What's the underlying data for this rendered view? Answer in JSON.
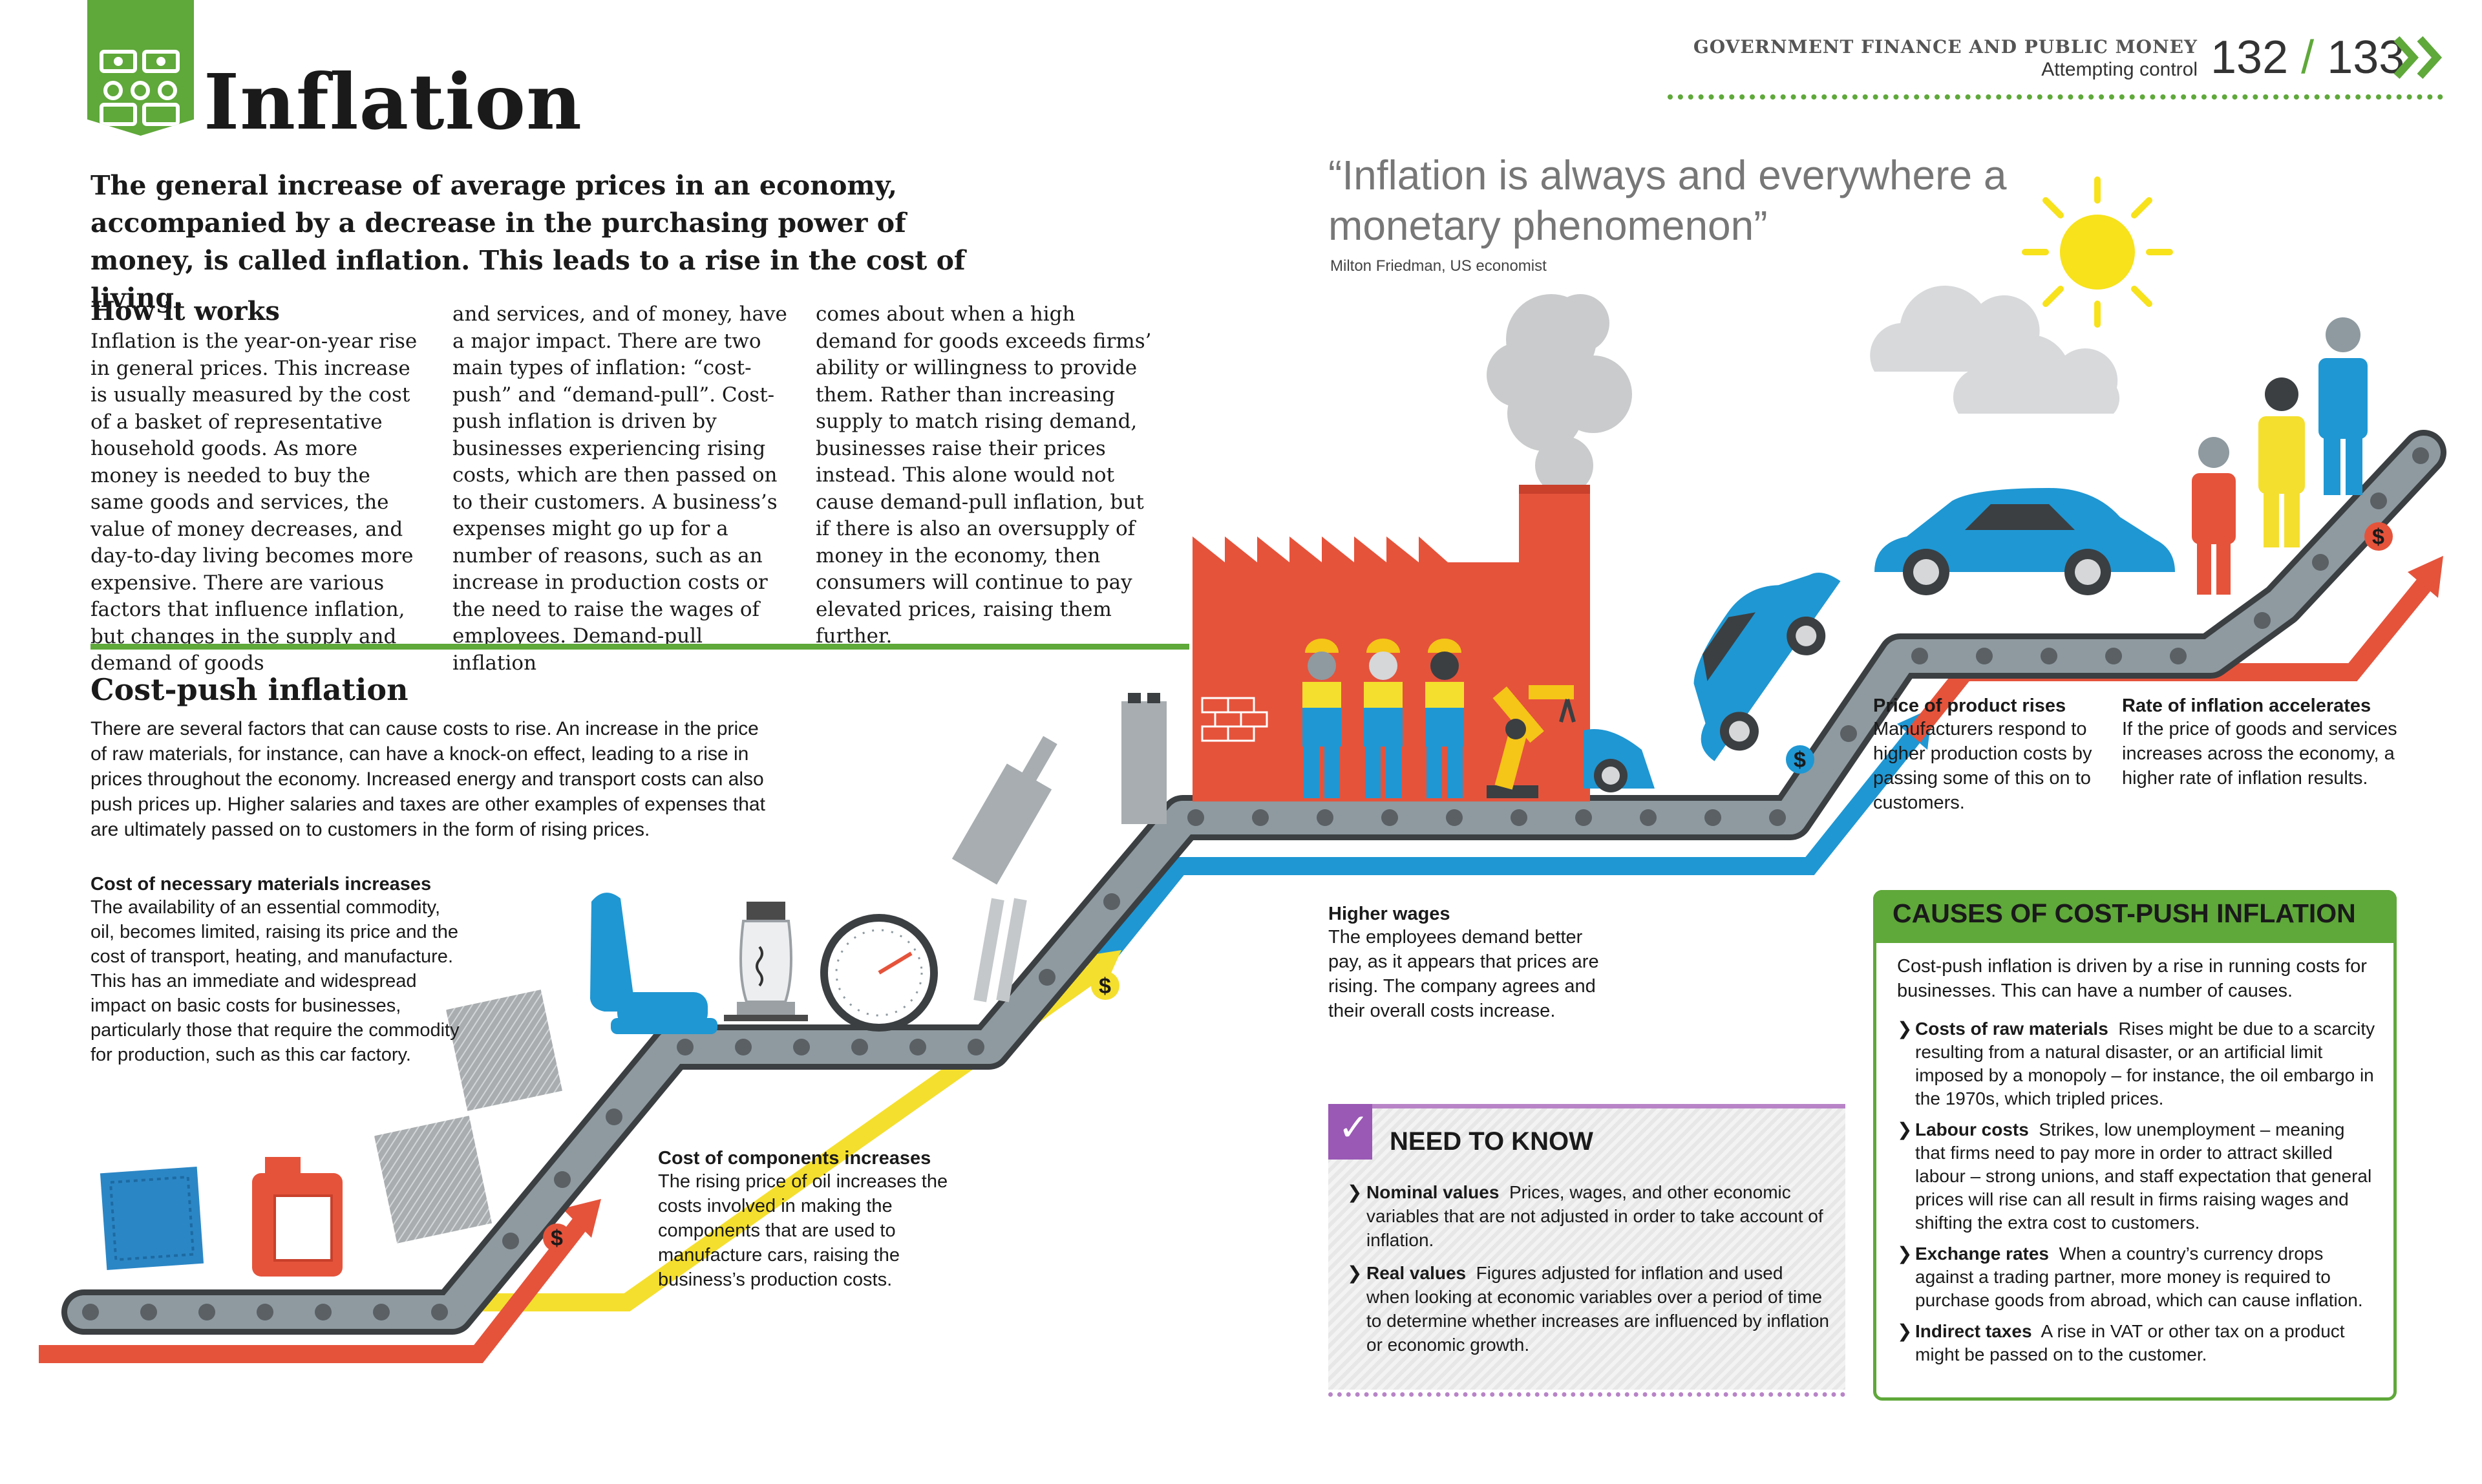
{
  "header": {
    "title": "Inflation",
    "section": "GOVERNMENT FINANCE AND PUBLIC MONEY",
    "subsection": "Attempting control",
    "page_left": "132",
    "slash": "/",
    "page_right": "133",
    "accent": "#5fa83a"
  },
  "intro": "The general increase of average prices in an economy, accompanied by a decrease in the purchasing power of money, is called inflation. This leads to a rise in the cost of living.",
  "quote": {
    "text": "“Inflation is always and everywhere a monetary phenomenon”",
    "attribution": "Milton Friedman, US economist"
  },
  "how_it_works": {
    "heading": "How it works",
    "col1": "Inflation is the year-on-year rise in general prices. This increase is usually measured by the cost of a basket of representative household goods. As more money is needed to buy the same goods and services, the value of money decreases, and day-to-day living becomes more expensive. There are various factors that influence inflation, but changes in the supply and demand of goods",
    "col2": "and services, and of money, have a major impact. There are two main types of inflation: “cost-push” and “demand-pull”. Cost-push inflation is driven by businesses experiencing rising costs, which are then passed on to their customers. A business’s expenses might go up for a number of reasons, such as an increase in production costs or the need to raise the wages of employees. Demand-pull inflation",
    "col3": "comes about when a high demand for goods exceeds firms’ ability or willingness to provide them. Rather than increasing supply to match rising demand, businesses raise their prices instead. This alone would not cause demand-pull inflation, but if there is also an oversupply of money in the economy, then consumers will continue to pay elevated prices, raising them further."
  },
  "cost_push": {
    "heading": "Cost-push inflation",
    "body": "There are several factors that can cause costs to rise. An increase in the price of raw materials, for instance, can have a knock-on effect, leading to a rise in prices throughout the economy. Increased energy and transport costs can also push prices up. Higher salaries and taxes are other examples of expenses that are ultimately passed on to customers in the form of rising prices."
  },
  "labels": {
    "materials": {
      "heading": "Cost of necessary materials increases",
      "body": "The availability of an essential commodity, oil, becomes limited, raising its price and the cost of transport, heating, and manufacture. This has an immediate and widespread impact on basic costs for businesses, particularly those that require the commodity for production, such as this car factory."
    },
    "components": {
      "heading": "Cost of components increases",
      "body": "The rising price of oil increases the costs involved in making the components that are used to manufacture cars, raising the business’s production costs."
    },
    "wages": {
      "heading": "Higher wages",
      "body": "The employees demand better pay, as it appears that prices are rising. The company agrees and their overall costs increase."
    },
    "product": {
      "heading": "Price of product rises",
      "body": "Manufacturers respond to higher production costs by passing some of this on to customers."
    },
    "rate": {
      "heading": "Rate of inflation accelerates",
      "body": "If the price of goods and services increases across the economy, a higher rate of inflation results."
    }
  },
  "need_to_know": {
    "check": "✓",
    "heading": "NEED TO KNOW",
    "accent": "#9a59b5",
    "items": [
      {
        "term": "Nominal values",
        "text": "Prices, wages, and other economic variables that are not adjusted in order to take account of inflation."
      },
      {
        "term": "Real values",
        "text": "Figures adjusted for inflation and used when looking at economic variables over a period of time to determine whether increases are influenced by inflation or economic growth."
      }
    ]
  },
  "causes": {
    "heading": "CAUSES OF COST-PUSH INFLATION",
    "intro": "Cost-push inflation is driven by a rise in running costs for businesses. This can have a number of causes.",
    "items": [
      {
        "term": "Costs of raw materials",
        "text": "Rises might be due to a scarcity resulting from a natural disaster, or an artificial limit imposed by a monopoly – for instance, the oil embargo in the 1970s, which tripled prices."
      },
      {
        "term": "Labour costs",
        "text": "Strikes, low unemployment – meaning that firms need to pay more in order to attract skilled labour – strong unions, and staff expectation that general prices will rise can all result in firms raising wages and shifting the extra cost to customers."
      },
      {
        "term": "Exchange rates",
        "text": "When a country’s currency drops against a trading partner, more money is required to purchase goods from abroad, which can cause inflation."
      },
      {
        "term": "Indirect taxes",
        "text": "A rise in VAT or other tax on a product might be passed on to the customer."
      }
    ]
  },
  "icons": {
    "arrow_symbol": "❯",
    "dollar": "$",
    "colors": {
      "red": "#e5533b",
      "yellow": "#f5df2e",
      "blue": "#1f97d3",
      "belt": "#8e9aa0",
      "belt_edge": "#3b3f42",
      "purple": "#9a59b5"
    }
  }
}
